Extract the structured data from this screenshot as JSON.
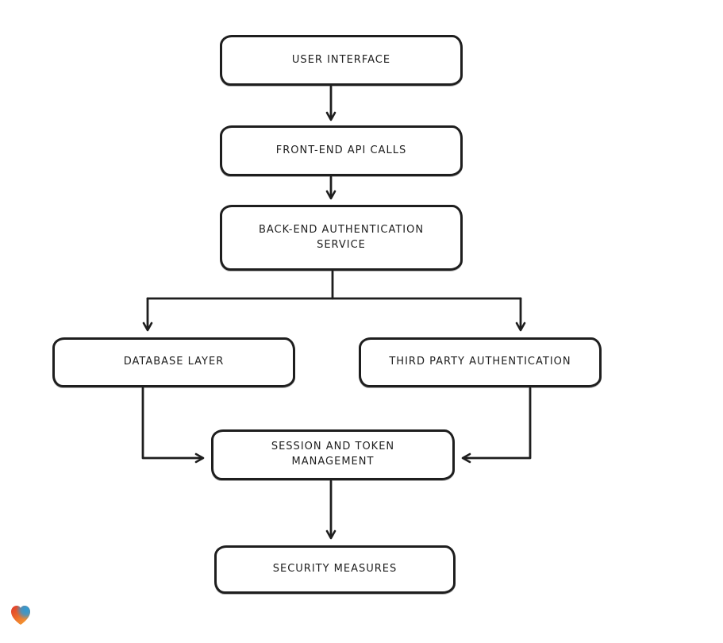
{
  "page": {
    "background": "#ffffff"
  },
  "diagram": {
    "type": "flowchart",
    "style": "hand-drawn",
    "stroke_color": "#1e1e1e",
    "node_fill": "#ffffff",
    "nodes": {
      "user_interface": {
        "label": "USER INTERFACE"
      },
      "front_end_api_calls": {
        "label": "FRONT-END API CALLS"
      },
      "back_end_auth_service": {
        "label": "BACK-END AUTHENTICATION SERVICE"
      },
      "database_layer": {
        "label": "DATABASE LAYER"
      },
      "third_party_auth": {
        "label": "THIRD PARTY AUTHENTICATION"
      },
      "session_token_mgmt": {
        "label": "SESSION AND TOKEN MANAGEMENT"
      },
      "security_measures": {
        "label": "SECURITY MEASURES"
      }
    },
    "edges": [
      {
        "from": "user_interface",
        "to": "front_end_api_calls"
      },
      {
        "from": "front_end_api_calls",
        "to": "back_end_auth_service"
      },
      {
        "from": "back_end_auth_service",
        "to": "database_layer"
      },
      {
        "from": "back_end_auth_service",
        "to": "third_party_auth"
      },
      {
        "from": "database_layer",
        "to": "session_token_mgmt"
      },
      {
        "from": "third_party_auth",
        "to": "session_token_mgmt"
      },
      {
        "from": "session_token_mgmt",
        "to": "security_measures"
      }
    ]
  },
  "branding": {
    "logo": "heart-logo",
    "colors": {
      "red": "#e23a2c",
      "orange": "#f6a134",
      "blue": "#2d9bd6"
    }
  }
}
